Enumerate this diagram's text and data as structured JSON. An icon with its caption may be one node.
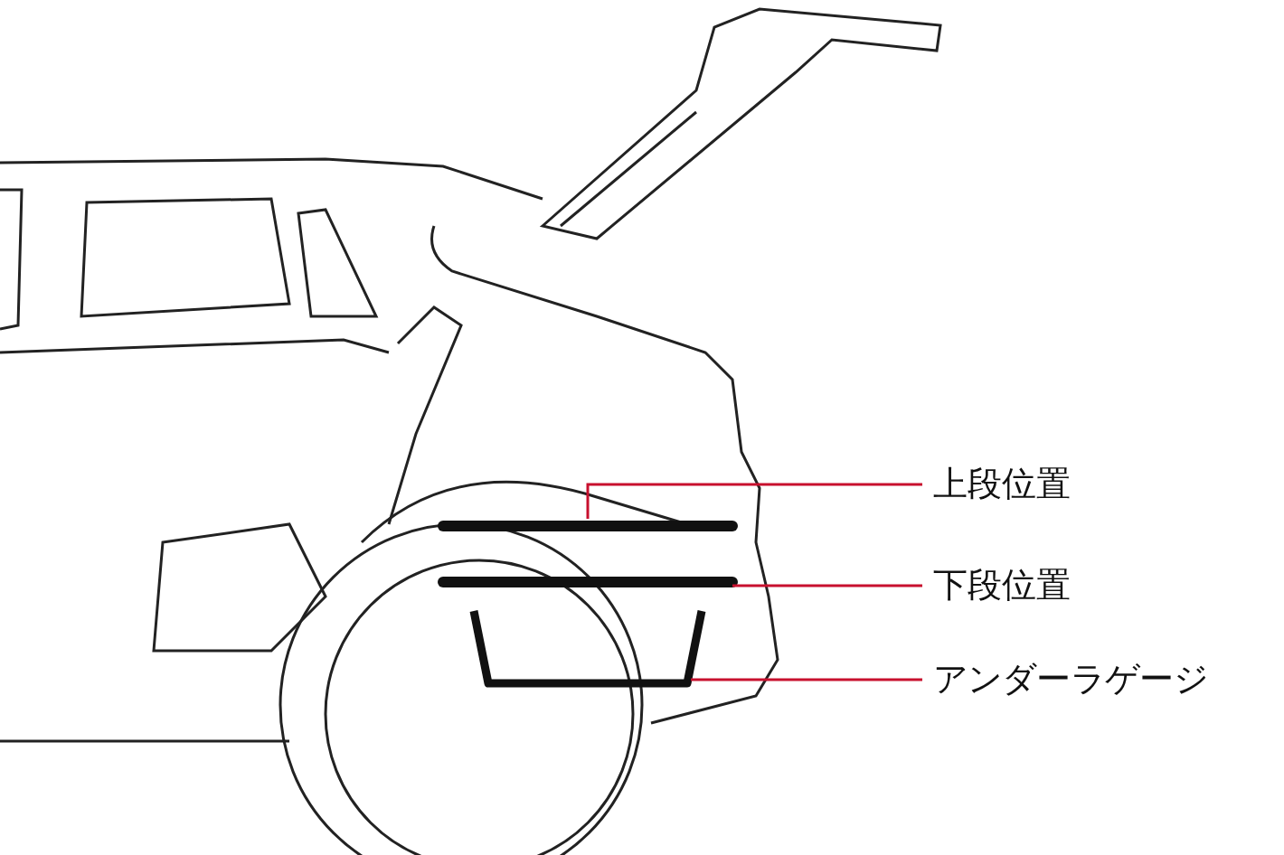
{
  "diagram": {
    "nodes": [
      {
        "text": [
          "上段位置"
        ]
      },
      {
        "text": [],
        "shape": "bar"
      },
      {
        "text": [
          "下段位置"
        ]
      },
      {
        "text": [],
        "shape": "bar"
      },
      {
        "text": [
          "アンダーラゲージ"
        ]
      },
      {
        "text": [],
        "shape": "box"
      }
    ],
    "edges": [
      {
        "from": 0,
        "to": 1,
        "arrow": "none"
      },
      {
        "from": 2,
        "to": 3,
        "arrow": "none"
      },
      {
        "from": 4,
        "to": 5,
        "arrow": "none"
      }
    ]
  }
}
